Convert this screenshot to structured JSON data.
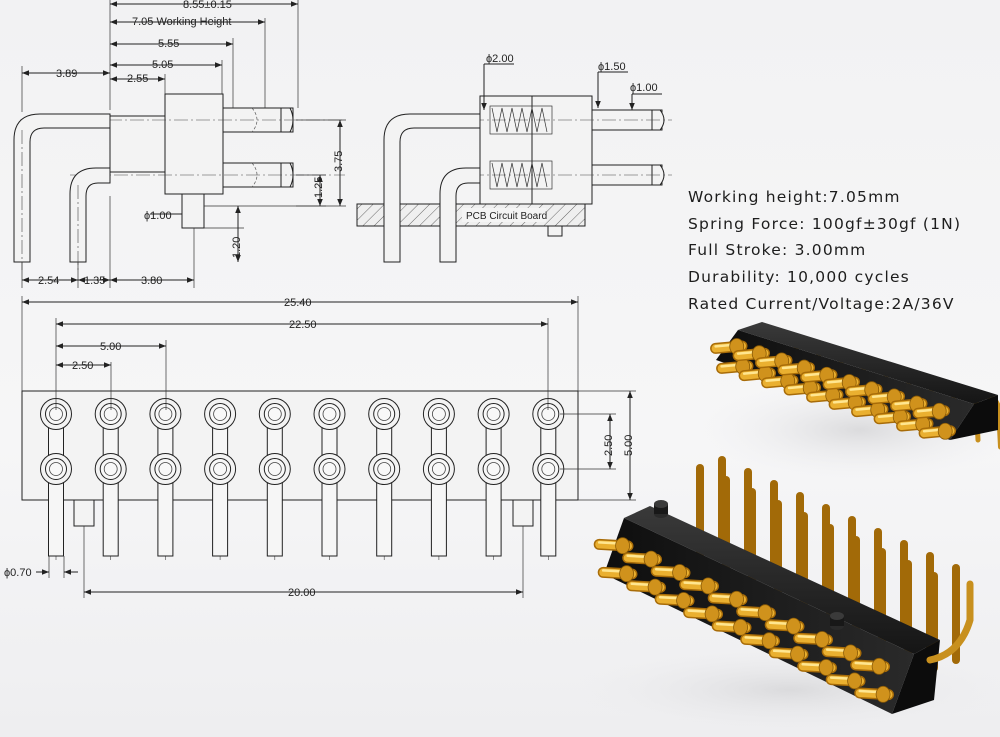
{
  "side_view": {
    "overall": "8.55±0.15",
    "working_height": "7.05 Working Height",
    "d_5_55": "5.55",
    "d_5_05": "5.05",
    "d_2_55": "2.55",
    "d_3_89": "3.89",
    "d_3_75": "3.75",
    "d_1_25": "1.25",
    "d_1_20": "1.20",
    "phi_1_00": "ϕ1.00",
    "d_2_54": "2.54",
    "d_1_35": "1.35",
    "d_3_80": "3.80"
  },
  "section_view": {
    "phi_2_00": "ϕ2.00",
    "phi_1_50": "ϕ1.50",
    "phi_1_00": "ϕ1.00",
    "pcb_label": "PCB Circuit Board"
  },
  "front_view": {
    "d_25_40": "25.40",
    "d_22_50": "22.50",
    "d_5_00": "5.00",
    "d_2_50": "2.50",
    "d_2_50_v": "2.50",
    "d_5_00_v": "5.00",
    "phi_0_70": "ϕ0.70",
    "d_20_00": "20.00",
    "pin_columns": 10
  },
  "specs": {
    "working_height": "Working height:7.05mm",
    "spring_force": "Spring Force: 100gf±30gf (1N)",
    "full_stroke": "Full Stroke: 3.00mm",
    "durability": "Durability: 10,000 cycles",
    "rated": "Rated Current/Voltage:2A/36V"
  },
  "colors": {
    "gold": "#e0a020",
    "gold_light": "#ffd760",
    "gold_dark": "#9a6408",
    "insulator": "#1c1c1c",
    "line": "#222222"
  }
}
